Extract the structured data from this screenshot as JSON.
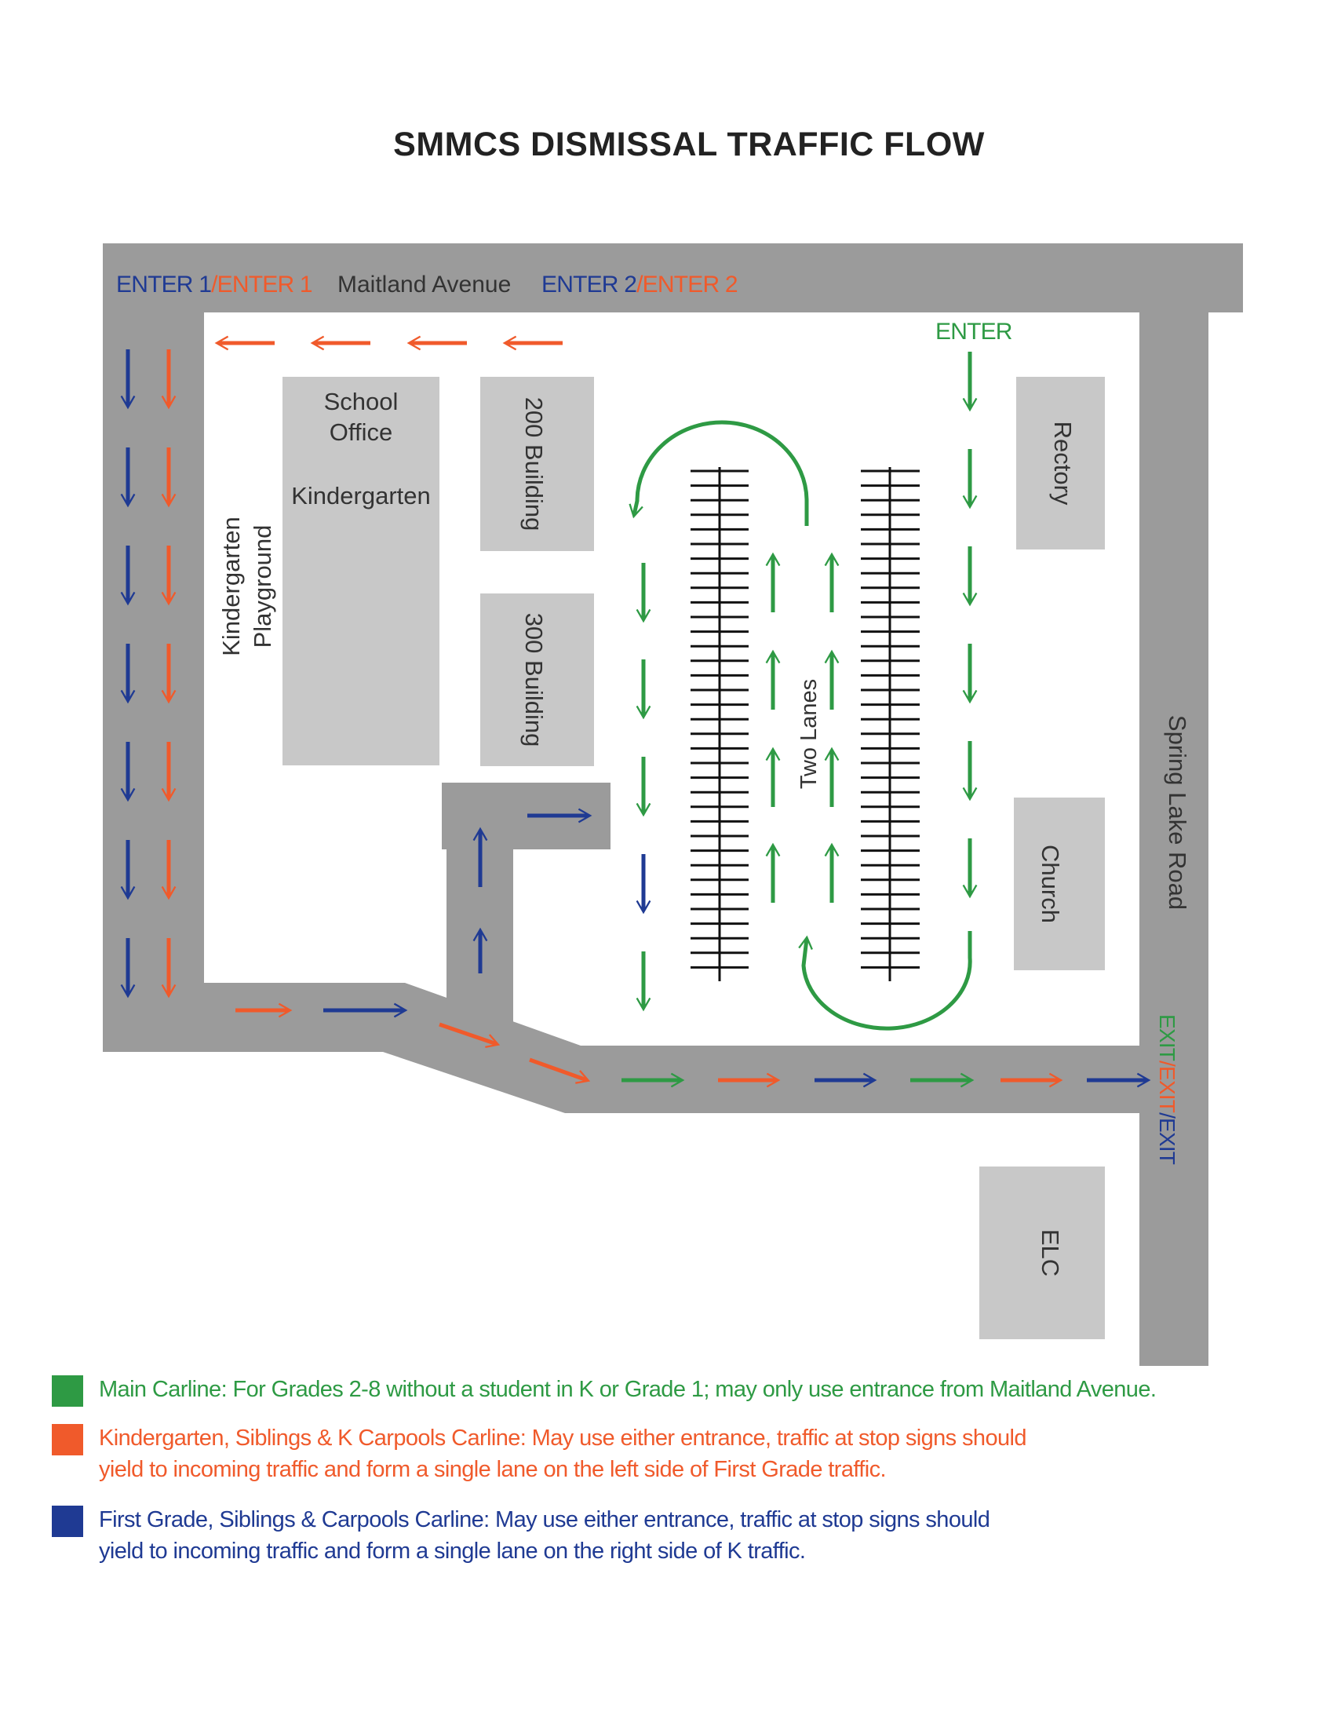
{
  "title": "SMMCS DISMISSAL TRAFFIC FLOW",
  "colors": {
    "main": "#2e9a44",
    "kindergarten": "#f05a2b",
    "first_grade": "#1f3a93",
    "road": "#9b9b9b",
    "building": "#c8c8c8"
  },
  "labels": {
    "enter1_blue": "ENTER 1",
    "enter1_orange": "/ENTER 1",
    "maitland": "Maitland Avenue",
    "enter2_blue": "ENTER 2",
    "enter2_orange": "/ENTER 2",
    "enter_green": "ENTER",
    "spring_lake": "Spring Lake Road",
    "exit_green": "EXIT",
    "exit_orange": "/EXIT",
    "exit_blue": "/EXIT",
    "two_lanes": "Two Lanes",
    "kg_playground_1": "Kindergarten",
    "kg_playground_2": "Playground"
  },
  "buildings": {
    "school_office_1": "School",
    "school_office_2": "Office",
    "kindergarten": "Kindergarten",
    "b200": "200 Building",
    "b300": "300 Building",
    "rectory": "Rectory",
    "church": "Church",
    "elc": "ELC"
  },
  "legend": [
    {
      "text": "Main Carline:  For Grades 2-8 without a student in K or Grade 1; may only use entrance from Maitland Avenue."
    },
    {
      "text": "Kindergarten, Siblings & K Carpools Carline:  May use either entrance, traffic at stop signs should\nyield to incoming traffic and form a single lane on the left side of First Grade traffic."
    },
    {
      "text": "First Grade, Siblings & Carpools Carline:  May use either entrance, traffic at stop signs should\nyield to incoming traffic and form a single lane on the right side of K traffic."
    }
  ]
}
